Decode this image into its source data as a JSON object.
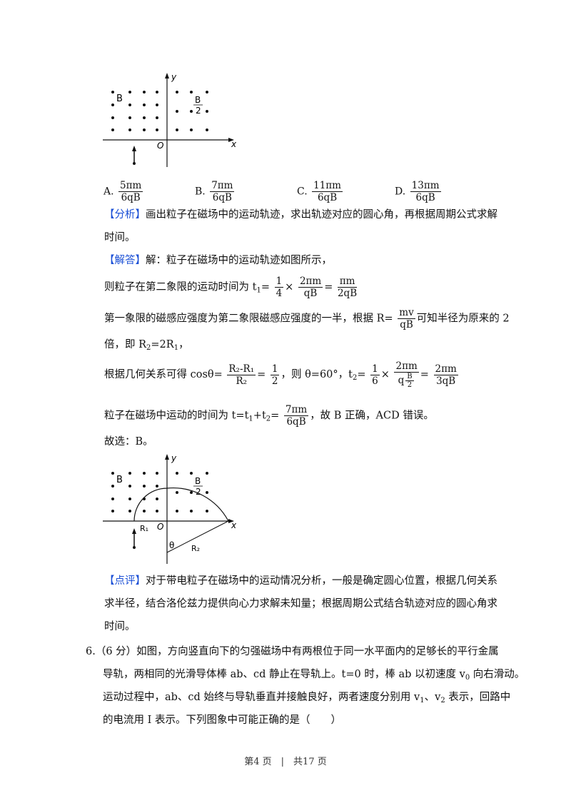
{
  "fig1": {
    "y_label": "y",
    "x_label": "x",
    "o_label": "O",
    "b_left": "B",
    "b_right_num": "B",
    "b_right_den": "2"
  },
  "options": [
    {
      "letter": "A.",
      "num": "5πm",
      "den": "6qB"
    },
    {
      "letter": "B.",
      "num": "7πm",
      "den": "6qB"
    },
    {
      "letter": "C.",
      "num": "11πm",
      "den": "6qB"
    },
    {
      "letter": "D.",
      "num": "13πm",
      "den": "6qB"
    }
  ],
  "analysis": {
    "tag": "【分析】",
    "text1": "画出粒子在磁场中的运动轨迹，求出轨迹对应的圆心角，再根据周期公式求解",
    "text2": "时间。"
  },
  "solution": {
    "tag": "【解答】",
    "l1": "解：粒子在磁场中的运动轨迹如图所示，",
    "l2_pre": "则粒子在第二象限的运动时间为 t",
    "l2_sub": "1",
    "l2_eq": "=",
    "l2_f1_num": "1",
    "l2_f1_den": "4",
    "l2_times": "×",
    "l2_f2_num": "2πm",
    "l2_f2_den": "qB",
    "l2_eq2": "=",
    "l2_f3_num": "πm",
    "l2_f3_den": "2qB",
    "l3_pre": "第一象限的磁感应强度为第二象限磁感应强度的一半，根据 R=",
    "l3_f_num": "mv",
    "l3_f_den": "qB",
    "l3_post": "可知半径为原来的 2",
    "l4": "倍，即 R",
    "l4_sub1": "2",
    "l4_mid": "=2R",
    "l4_sub2": "1",
    "l4_end": "，",
    "l5_pre": "根据几何关系可得 cosθ=",
    "l5_f1_num": "R₂-R₁",
    "l5_f1_den": "R₂",
    "l5_eq": "=",
    "l5_f2_num": "1",
    "l5_f2_den": "2",
    "l5_mid": "，则 θ=60°，t",
    "l5_sub": "2",
    "l5_eq2": "=",
    "l5_f3_num": "1",
    "l5_f3_den": "6",
    "l5_times": "×",
    "l5_f4_num": "2πm",
    "l5_f4_den_a": "q",
    "l5_f4_den_b_num": "B",
    "l5_f4_den_b_den": "2",
    "l5_eq3": "=",
    "l5_f5_num": "2πm",
    "l5_f5_den": "3qB",
    "l6_pre": "粒子在磁场中运动的时间为 t=t",
    "l6_sub1": "1",
    "l6_plus": "+t",
    "l6_sub2": "2",
    "l6_eq": "=",
    "l6_f_num": "7πm",
    "l6_f_den": "6qB",
    "l6_post": "，故 B 正确，ACD 错误。",
    "l7": "故选：B。"
  },
  "fig2": {
    "y_label": "y",
    "x_label": "x",
    "o_label": "O",
    "b_left": "B",
    "b_right_num": "B",
    "b_right_den": "2",
    "r1": "R₁",
    "r2": "R₂",
    "theta": "θ"
  },
  "comment": {
    "tag": "【点评】",
    "l1": "对于带电粒子在磁场中的运动情况分析，一般是确定圆心位置，根据几何关系",
    "l2": "求半径，结合洛伦兹力提供向心力求解未知量；根据周期公式结合轨迹对应的圆心角求",
    "l3": "时间。"
  },
  "q6": {
    "num": "6.",
    "l1": "（6 分）如图，方向竖直向下的匀强磁场中有两根位于同一水平面内的足够长的平行金属",
    "l2": "导轨，两相同的光滑导体棒 ab、cd 静止在导轨上。t=0 时，棒 ab 以初速度 v",
    "l2_sub": "0",
    "l2_post": " 向右滑动。",
    "l3": "运动过程中，ab、cd 始终与导轨垂直并接触良好，两者速度分别用 v",
    "l3_sub1": "1",
    "l3_mid": "、v",
    "l3_sub2": "2",
    "l3_post": " 表示，回路中",
    "l4": "的电流用 I 表示。下列图象中可能正确的是（　　）"
  },
  "footer": "第4 页　|　共17 页"
}
